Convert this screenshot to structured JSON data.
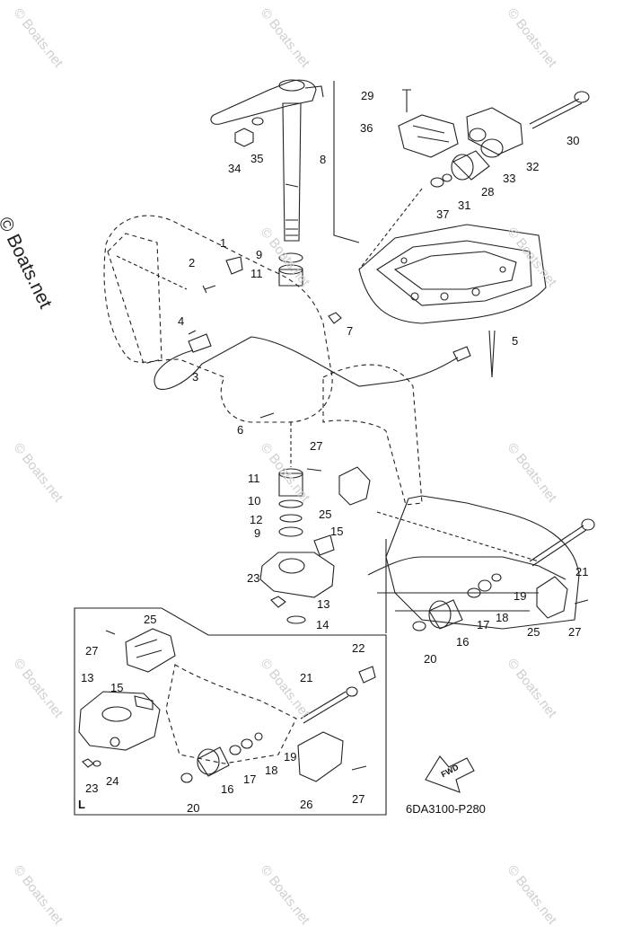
{
  "watermark": "© Boats.net",
  "diagram_code": "6DA3100-P280",
  "fwd_label": "FWD",
  "inset_label": "L",
  "callouts": [
    "1",
    "2",
    "3",
    "4",
    "5",
    "6",
    "7",
    "8",
    "9",
    "9",
    "10",
    "11",
    "11",
    "12",
    "13",
    "13",
    "14",
    "15",
    "15",
    "16",
    "16",
    "17",
    "17",
    "18",
    "18",
    "19",
    "19",
    "20",
    "20",
    "21",
    "21",
    "22",
    "23",
    "23",
    "24",
    "25",
    "25",
    "25",
    "26",
    "27",
    "27",
    "27",
    "27",
    "28",
    "29",
    "30",
    "31",
    "32",
    "33",
    "34",
    "35",
    "36",
    "37"
  ]
}
